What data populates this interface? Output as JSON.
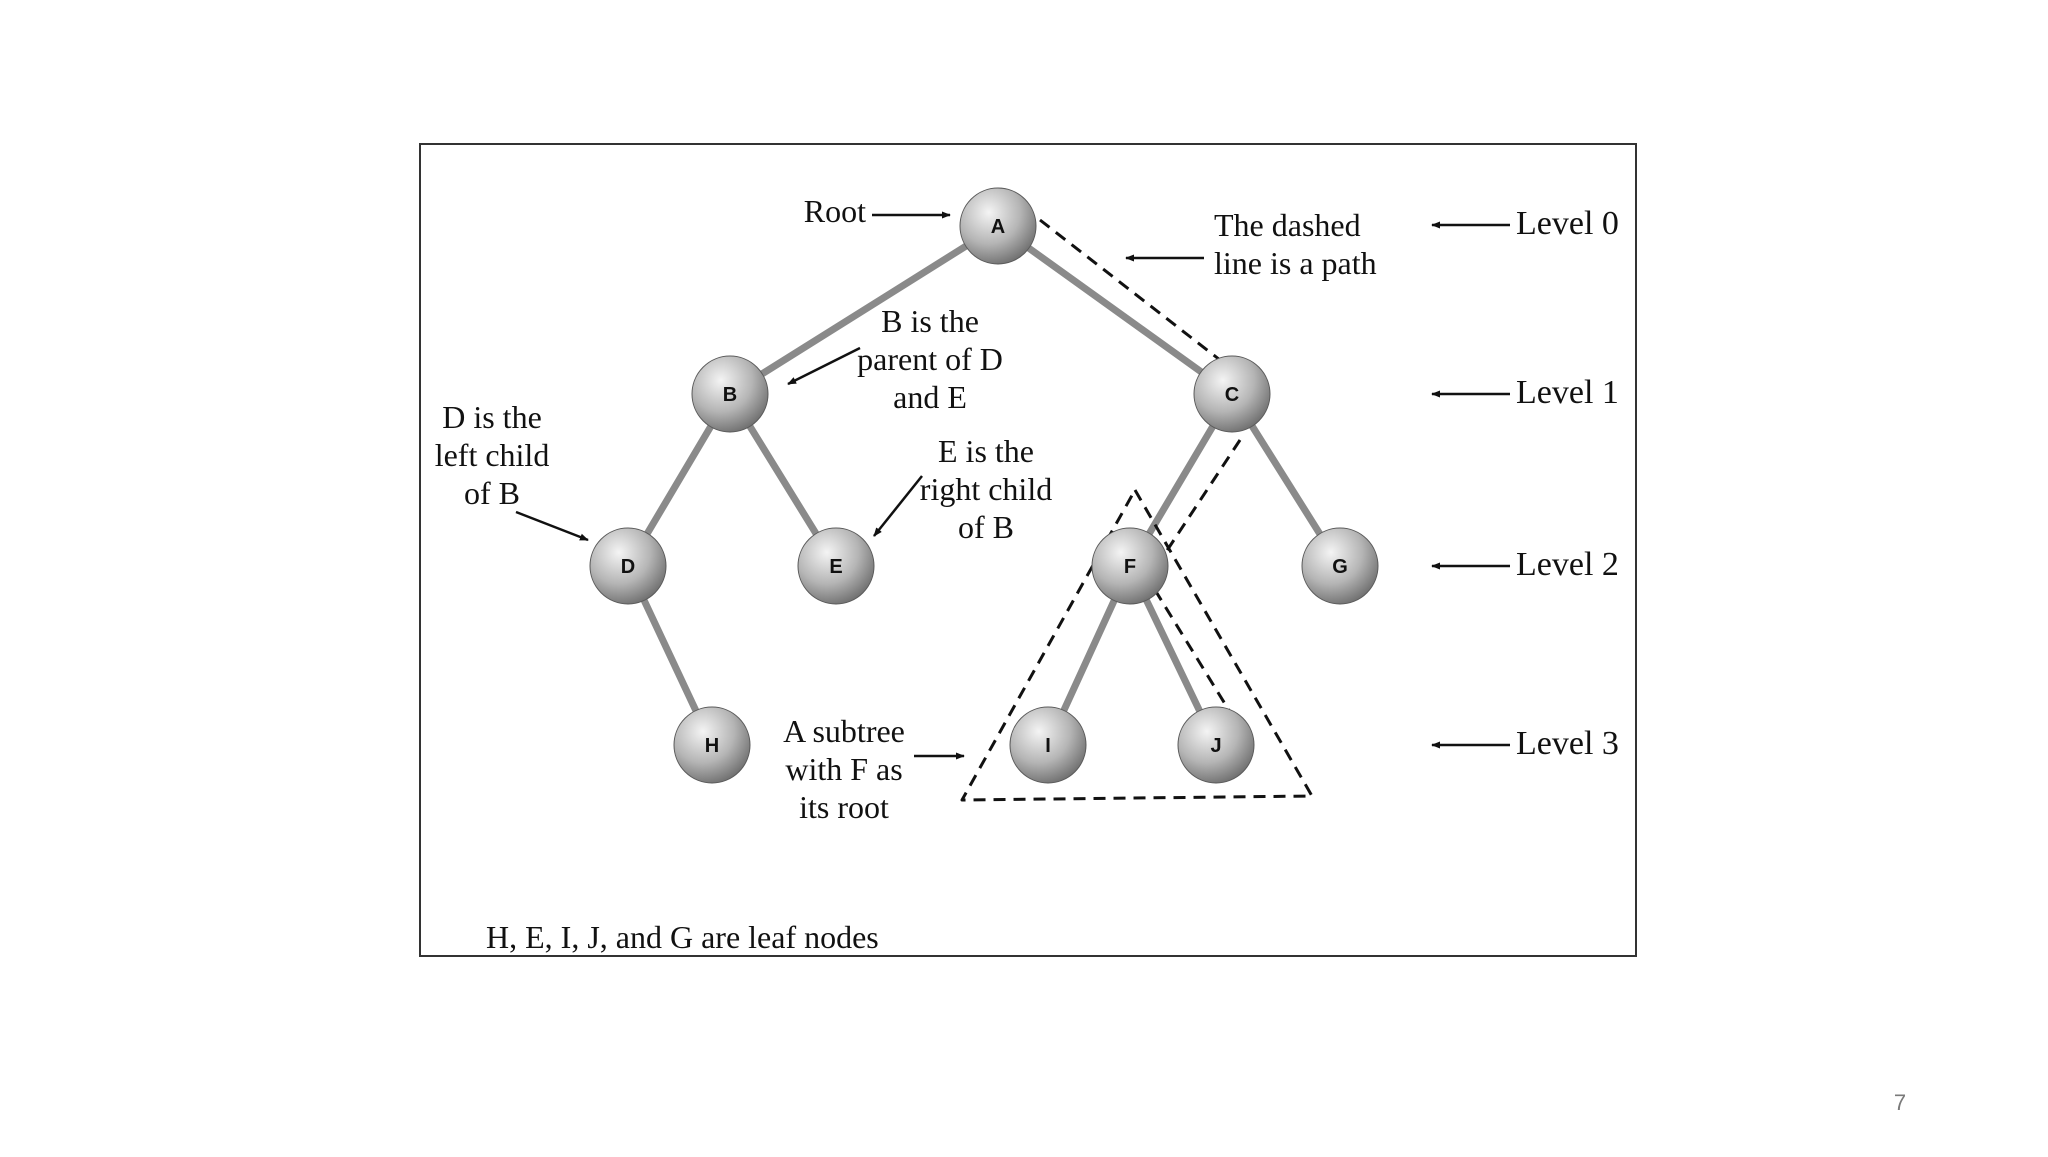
{
  "diagram": {
    "nodes": [
      {
        "id": "A"
      },
      {
        "id": "B"
      },
      {
        "id": "C"
      },
      {
        "id": "D"
      },
      {
        "id": "E"
      },
      {
        "id": "F"
      },
      {
        "id": "G"
      },
      {
        "id": "H"
      },
      {
        "id": "I"
      },
      {
        "id": "J"
      }
    ],
    "edges": [
      [
        "A",
        "B"
      ],
      [
        "A",
        "C"
      ],
      [
        "B",
        "D"
      ],
      [
        "B",
        "E"
      ],
      [
        "C",
        "F"
      ],
      [
        "C",
        "G"
      ],
      [
        "D",
        "H"
      ],
      [
        "F",
        "I"
      ],
      [
        "F",
        "J"
      ]
    ],
    "path": [
      "A",
      "C",
      "F",
      "J"
    ],
    "subtree_root": "F",
    "annotations": {
      "root": "Root",
      "path_line1": "The dashed",
      "path_line2": "line is a path",
      "parent_line1": "B is the",
      "parent_line2": "parent of D",
      "parent_line3": "and E",
      "left_child_line1": "D is the",
      "left_child_line2": "left child",
      "left_child_line3": "of B",
      "right_child_line1": "E is the",
      "right_child_line2": "right child",
      "right_child_line3": "of B",
      "subtree_line1": "A subtree",
      "subtree_line2": "with F as",
      "subtree_line3": "its root",
      "leaf_nodes": "H, E, I, J, and G are leaf nodes"
    },
    "levels": [
      "Level 0",
      "Level 1",
      "Level 2",
      "Level 3"
    ]
  },
  "slide": {
    "number": "7"
  },
  "colors": {
    "node_light": "#f2f2f2",
    "node_dark": "#6e6e6e",
    "edge": "#8a8a8a",
    "ink": "#111111"
  }
}
